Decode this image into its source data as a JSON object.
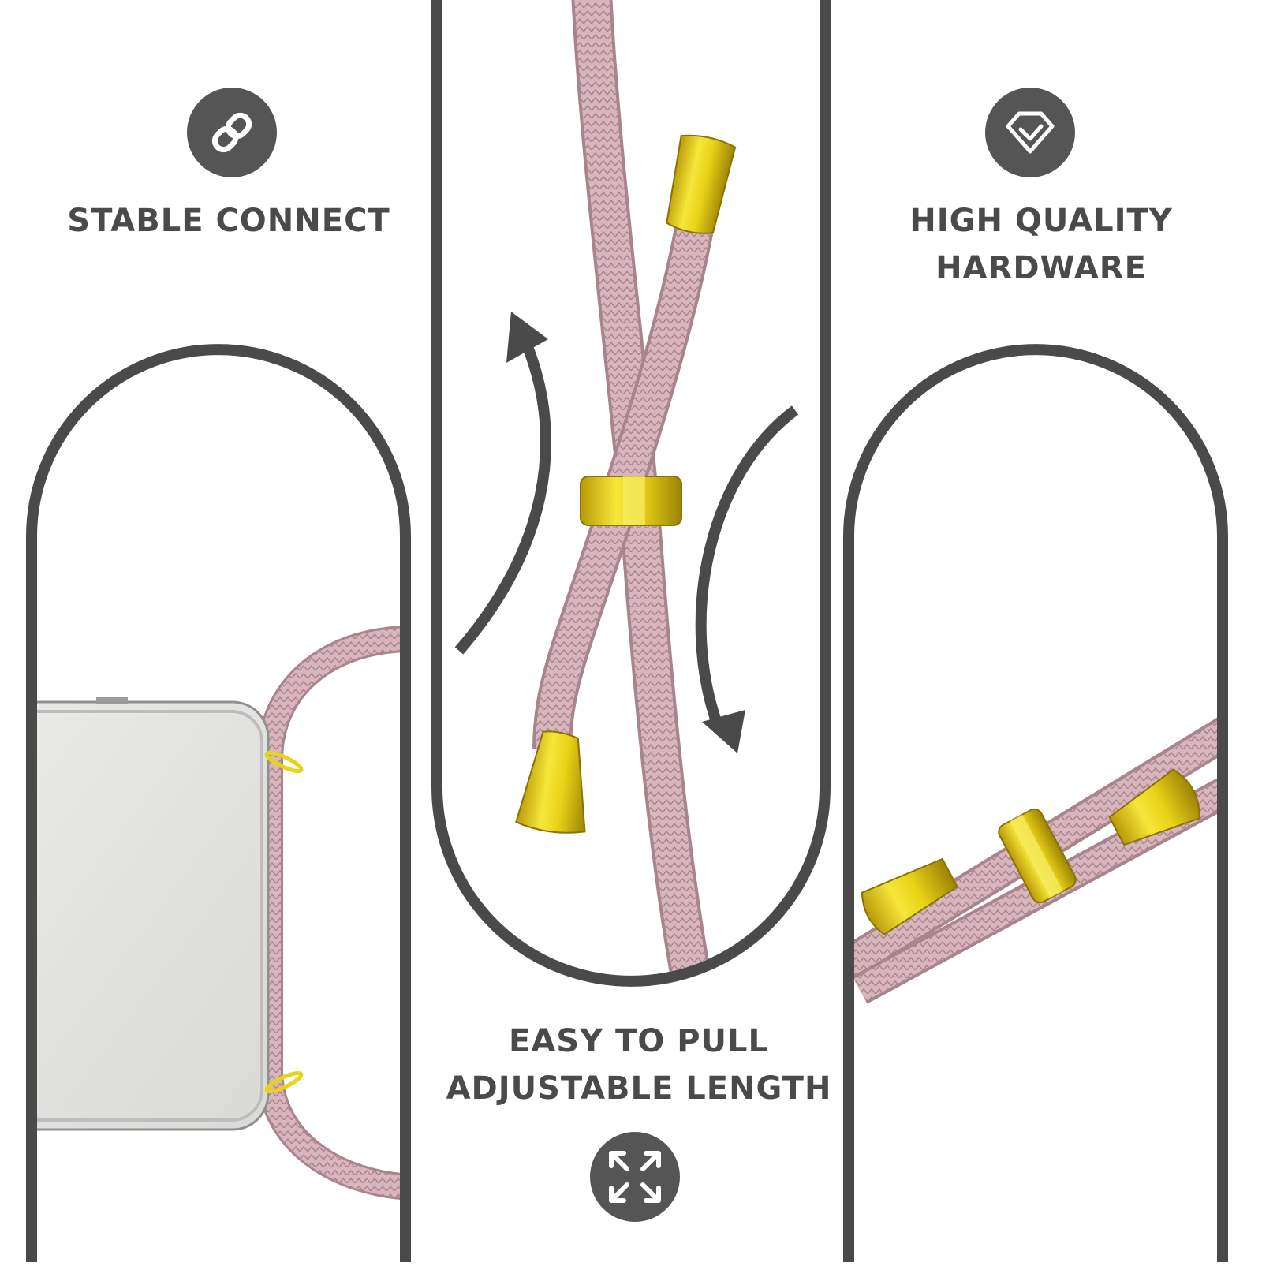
{
  "features": {
    "left": {
      "icon": "link-icon",
      "lines": [
        "STABLE CONNECT"
      ]
    },
    "center": {
      "icon": "expand-arrows-icon",
      "lines": [
        "EASY TO PULL",
        "ADJUSTABLE LENGTH"
      ]
    },
    "right": {
      "icon": "diamond-icon",
      "lines": [
        "HIGH QUALITY",
        "HARDWARE"
      ]
    }
  },
  "colors": {
    "frame": "#4a4a4a",
    "icon_bg": "#555555",
    "cord": "#d8b3bb",
    "cord_shadow": "#b58e97",
    "gold": "#e8d317",
    "gold_dark": "#b89a07",
    "phone": "#e2e2e0"
  }
}
